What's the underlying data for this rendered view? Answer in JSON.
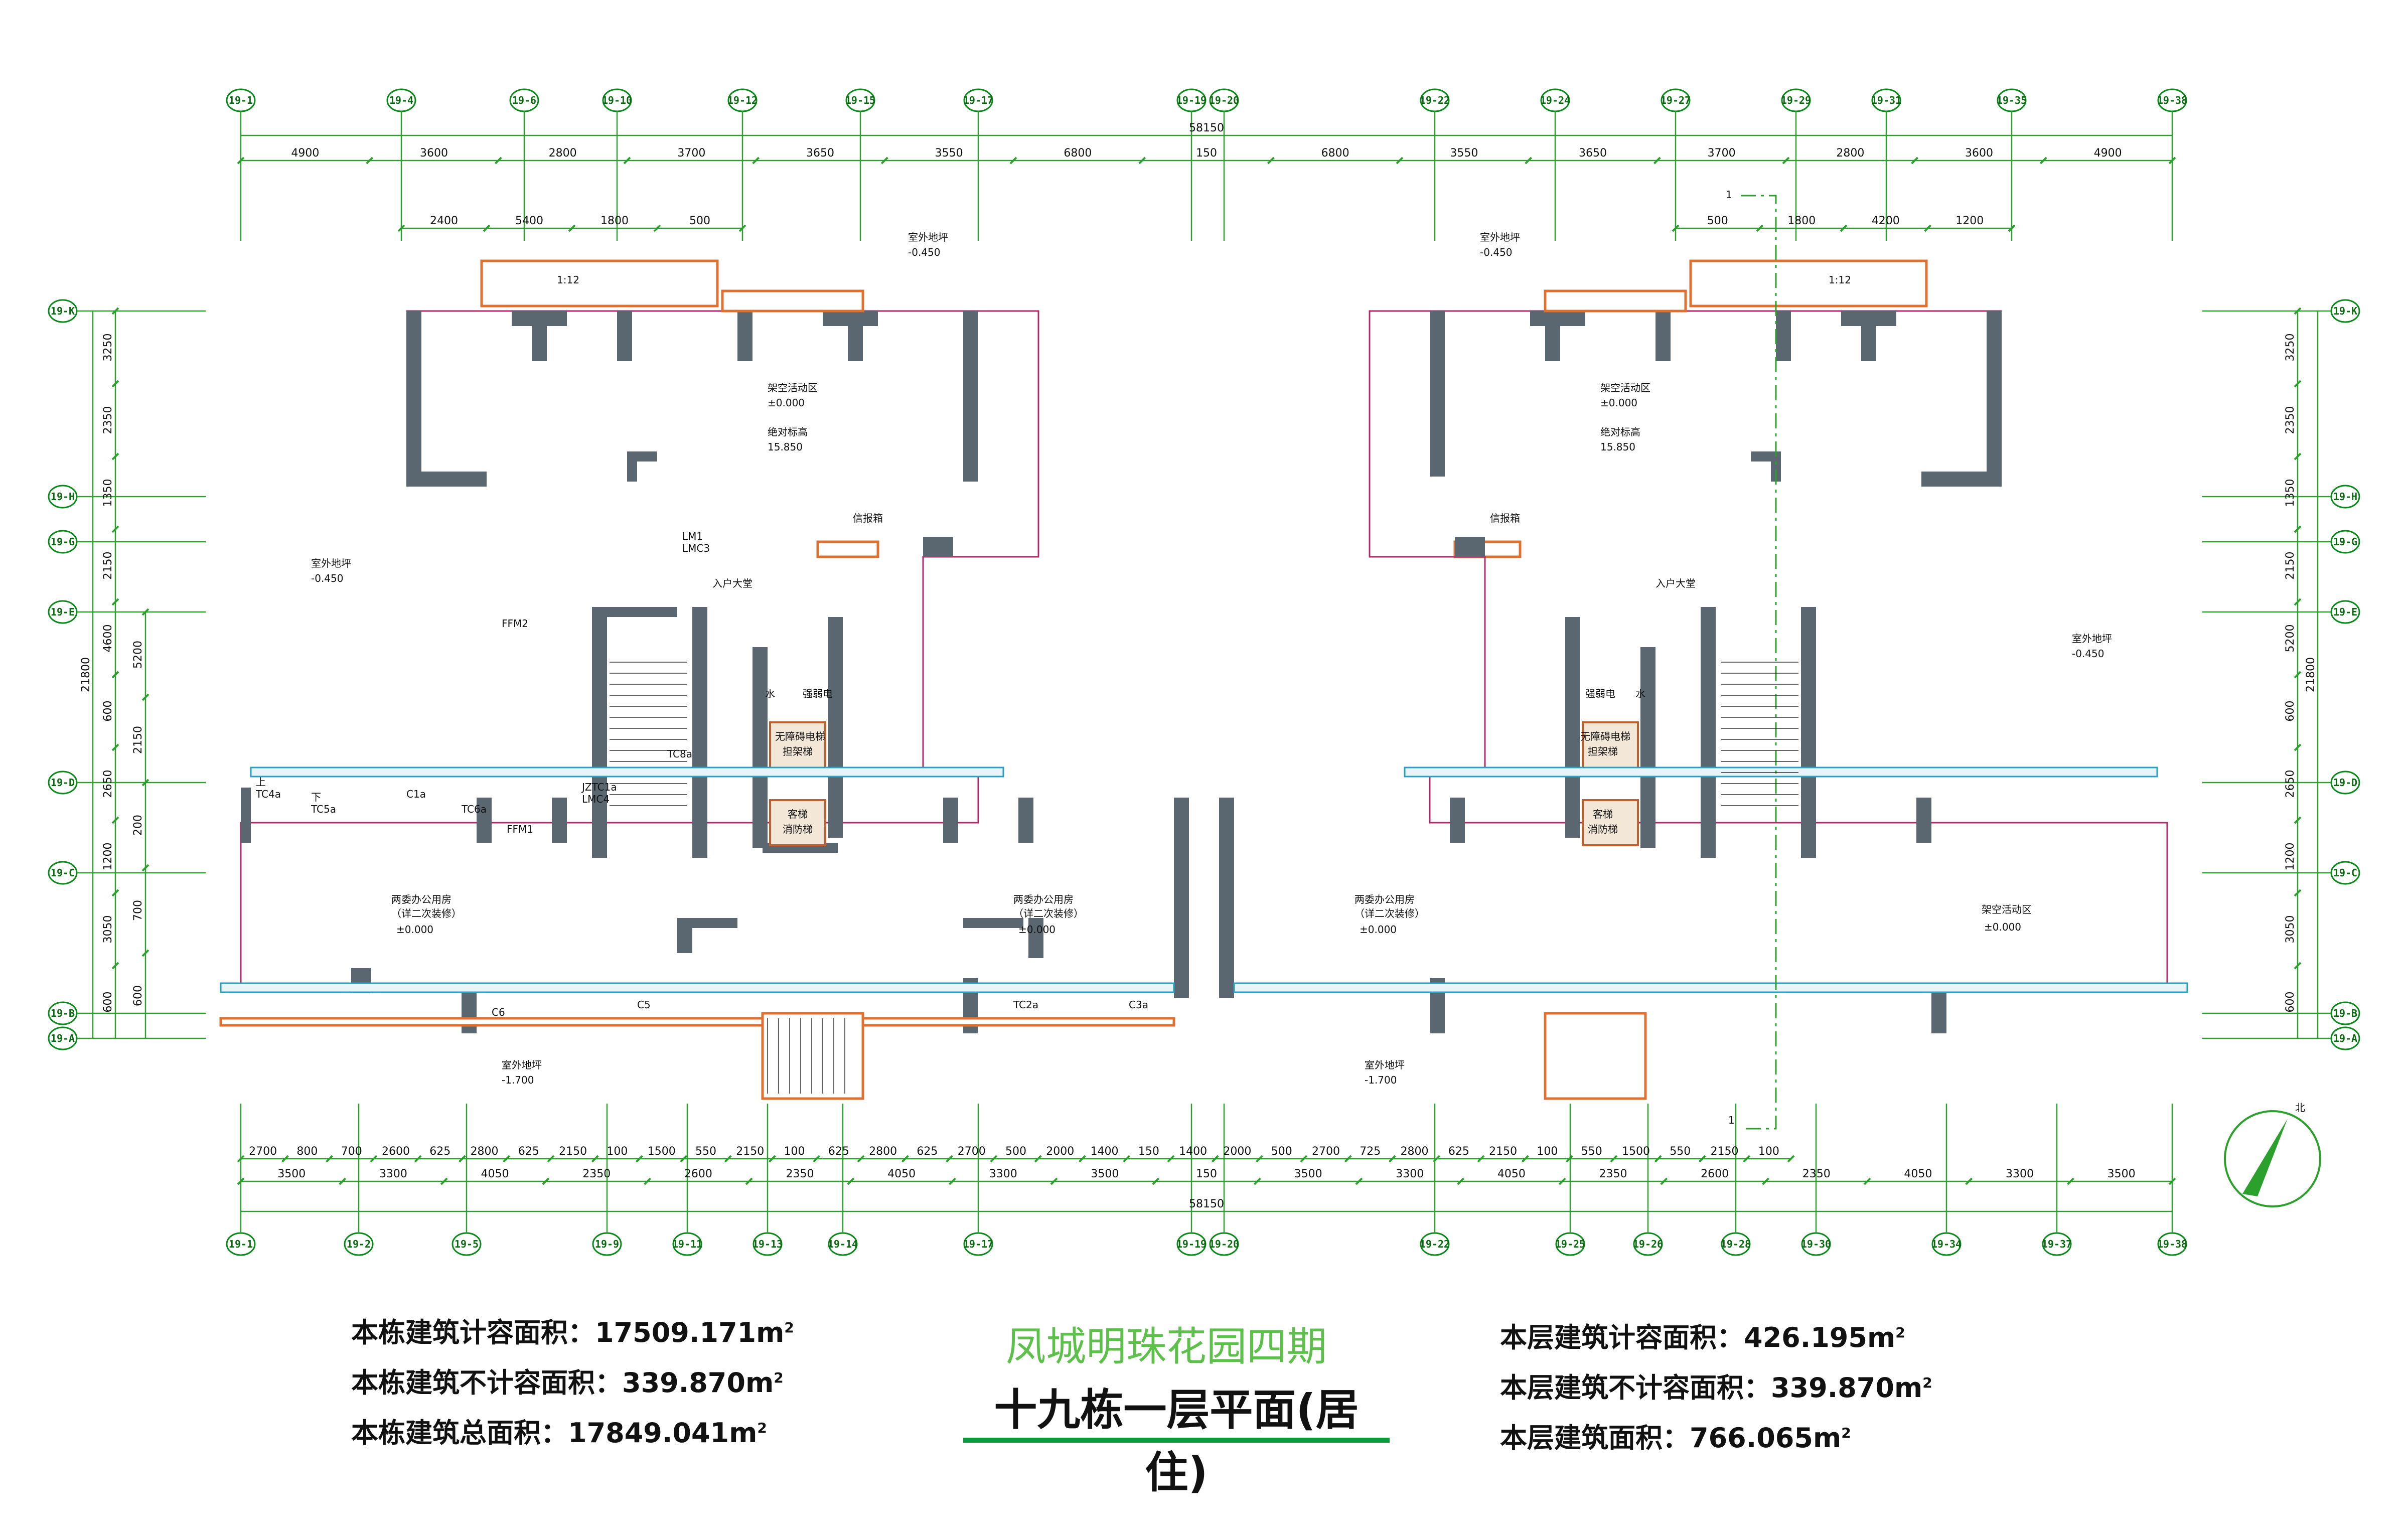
{
  "drawing": {
    "project_name": "凤城明珠花园四期",
    "title": "十九栋一层平面(居住)"
  },
  "building_areas": {
    "capacity_area": "本栋建筑计容面积：17509.171m",
    "non_capacity_area": "本栋建筑不计容面积：339.870m",
    "total_area": "本栋建筑总面积：17849.041m"
  },
  "floor_areas": {
    "capacity_area": "本层建筑计容面积：426.195m",
    "non_capacity_area": "本层建筑不计容面积：339.870m",
    "total_area": "本层建筑面积：766.065m"
  },
  "area_unit_superscript": "2",
  "grid_axes": {
    "top": [
      "19-1",
      "19-4",
      "19-6",
      "19-10",
      "19-12",
      "19-15",
      "19-17",
      "19-19",
      "19-20",
      "19-22",
      "19-24",
      "19-27",
      "19-29",
      "19-31",
      "19-35",
      "19-38"
    ],
    "bottom": [
      "19-1",
      "19-2",
      "19-5",
      "19-9",
      "19-11",
      "19-13",
      "19-14",
      "19-17",
      "19-19",
      "19-20",
      "19-22",
      "19-25",
      "19-26",
      "19-28",
      "19-30",
      "19-34",
      "19-37",
      "19-38"
    ],
    "left": [
      "19-K",
      "19-H",
      "19-G",
      "19-E",
      "19-D",
      "19-C",
      "19-B",
      "19-A"
    ],
    "right": [
      "19-K",
      "19-H",
      "19-G",
      "19-E",
      "19-D",
      "19-C",
      "19-B",
      "19-A"
    ]
  },
  "dimensions": {
    "top_overall": "58150",
    "top_row": [
      "4900",
      "3600",
      "2800",
      "3700",
      "3650",
      "3550",
      "6800",
      "150",
      "6800",
      "3550",
      "3650",
      "3700",
      "2800",
      "3600",
      "4900"
    ],
    "top_detail_left": [
      "2400",
      "5400",
      "1800",
      "500"
    ],
    "top_detail_right": [
      "500",
      "1800",
      "4200",
      "1200"
    ],
    "bottom_overall": "58150",
    "bottom_row": [
      "3500",
      "3300",
      "4050",
      "2350",
      "2600",
      "2350",
      "4050",
      "3300",
      "3500",
      "150",
      "3500",
      "3300",
      "4050",
      "2350",
      "2600",
      "2350",
      "4050",
      "3300",
      "3500"
    ],
    "bottom_detail": [
      "2700",
      "800",
      "700",
      "2600",
      "625",
      "2800",
      "625",
      "2150",
      "100",
      "1500",
      "550",
      "2150",
      "100",
      "625",
      "2800",
      "625",
      "2700",
      "500",
      "2000",
      "1400",
      "150",
      "1400",
      "2000",
      "500",
      "2700",
      "725",
      "2800",
      "625",
      "2150",
      "100",
      "550",
      "1500",
      "550",
      "2150",
      "100"
    ],
    "left_total": "21800",
    "left_vertical": [
      "3250",
      "2350",
      "1350",
      "2150",
      "4600",
      "600",
      "2650",
      "1200",
      "3050",
      "600"
    ],
    "left_vertical_outer": [
      "5200",
      "2150",
      "200",
      "700",
      "600"
    ],
    "right_total": "21800",
    "right_vertical": [
      "3250",
      "2350",
      "1350",
      "2150",
      "5200",
      "600",
      "2650",
      "1200",
      "3050",
      "600"
    ]
  },
  "rooms": {
    "overhead_activity_left": "架空活动区",
    "overhead_activity_right": "架空活动区",
    "overhead_activity_lower_right": "架空活动区",
    "level_zero": "±0.000",
    "absolute_elev_label": "绝对标高",
    "absolute_elev_value": "15.850",
    "entrance_hall": "入户大堂",
    "mailbox": "信报箱",
    "office_left": "两委办公用房",
    "office_mid": "两委办公用房",
    "office_right": "两委办公用房",
    "office_note": "（详二次装修）",
    "barrier_free_elevator": "无障碍电梯",
    "stretcher_elevator": "担架梯",
    "passenger_elevator": "客梯",
    "fire_elevator": "消防梯",
    "water_shaft": "水",
    "strong_elec": "强弱电"
  },
  "elevations": {
    "outdoor_ground_045": "室外地坪",
    "outdoor_045_value": "-0.450",
    "outdoor_170_value": "-1.700",
    "ramp_slope": "1:12"
  },
  "openings": [
    "LMC3",
    "LMC4",
    "TC4a",
    "TC5a",
    "C1a",
    "TC6a",
    "C5",
    "C6",
    "TC8a",
    "TC2a",
    "C3a",
    "FFM1",
    "FFM2",
    "LM1",
    "JZTC1a",
    "上",
    "下"
  ],
  "section_mark": "1",
  "north_label": "北"
}
